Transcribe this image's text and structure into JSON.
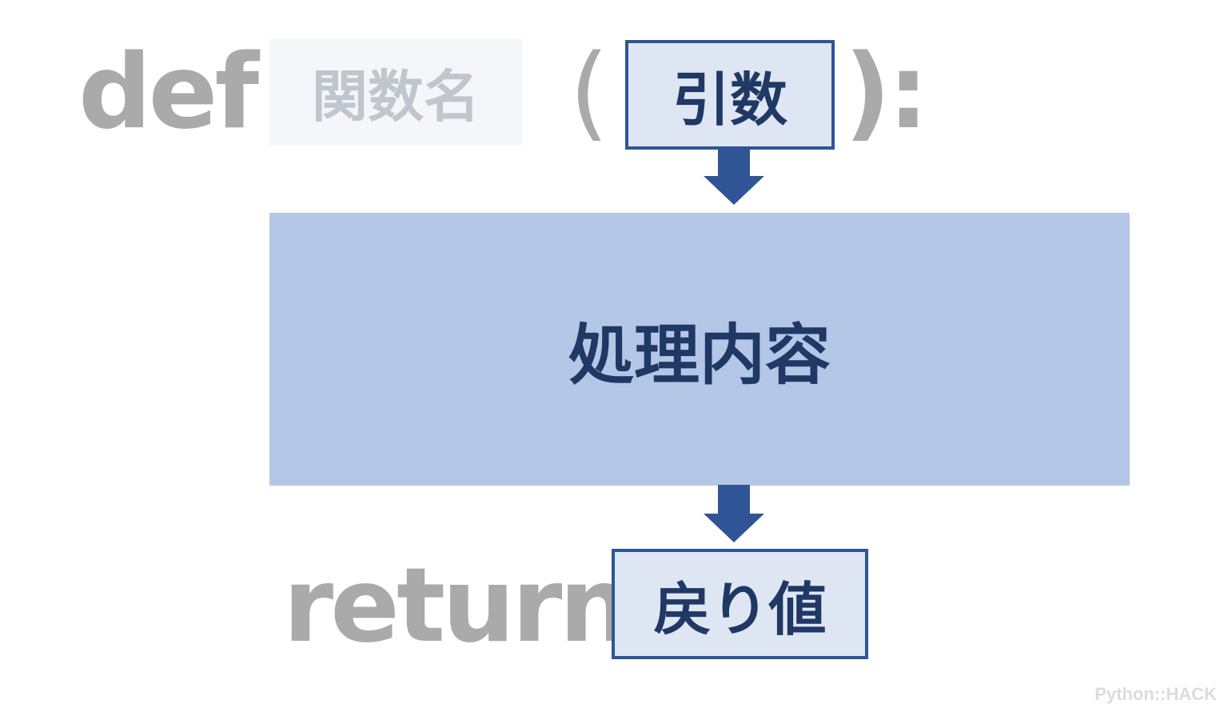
{
  "syntax": {
    "def_keyword": "def",
    "function_name": "関数名",
    "open_paren": "(",
    "arguments": "引数",
    "close_paren_colon": "):",
    "body": "処理内容",
    "return_keyword": "return",
    "return_value": "戻り値"
  },
  "watermark": "Python::HACK",
  "colors": {
    "keyword": "#aaaaaa",
    "box_border": "#2f5597",
    "box_fill": "#dfe6f3",
    "body_fill": "#b4c7e7",
    "text_dark": "#1f3864"
  }
}
